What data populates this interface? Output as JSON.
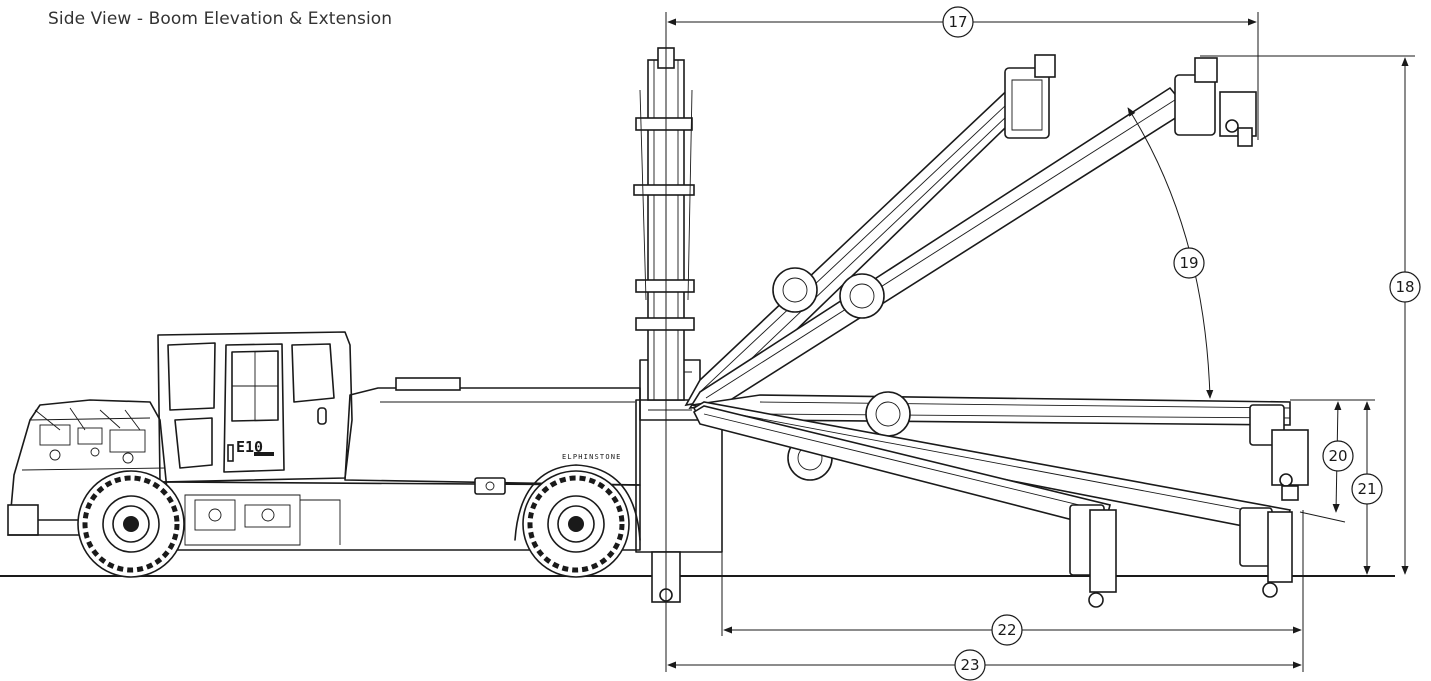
{
  "title": "Side View - Boom Elevation & Extension",
  "brand": "ELPHINSTONE",
  "model": "E10",
  "colors": {
    "line": "#1a1a1a",
    "text": "#333333",
    "background": "#ffffff"
  },
  "callouts": [
    {
      "id": "17",
      "label": "17"
    },
    {
      "id": "18",
      "label": "18"
    },
    {
      "id": "19",
      "label": "19"
    },
    {
      "id": "20",
      "label": "20"
    },
    {
      "id": "21",
      "label": "21"
    },
    {
      "id": "22",
      "label": "22"
    },
    {
      "id": "23",
      "label": "23"
    }
  ]
}
